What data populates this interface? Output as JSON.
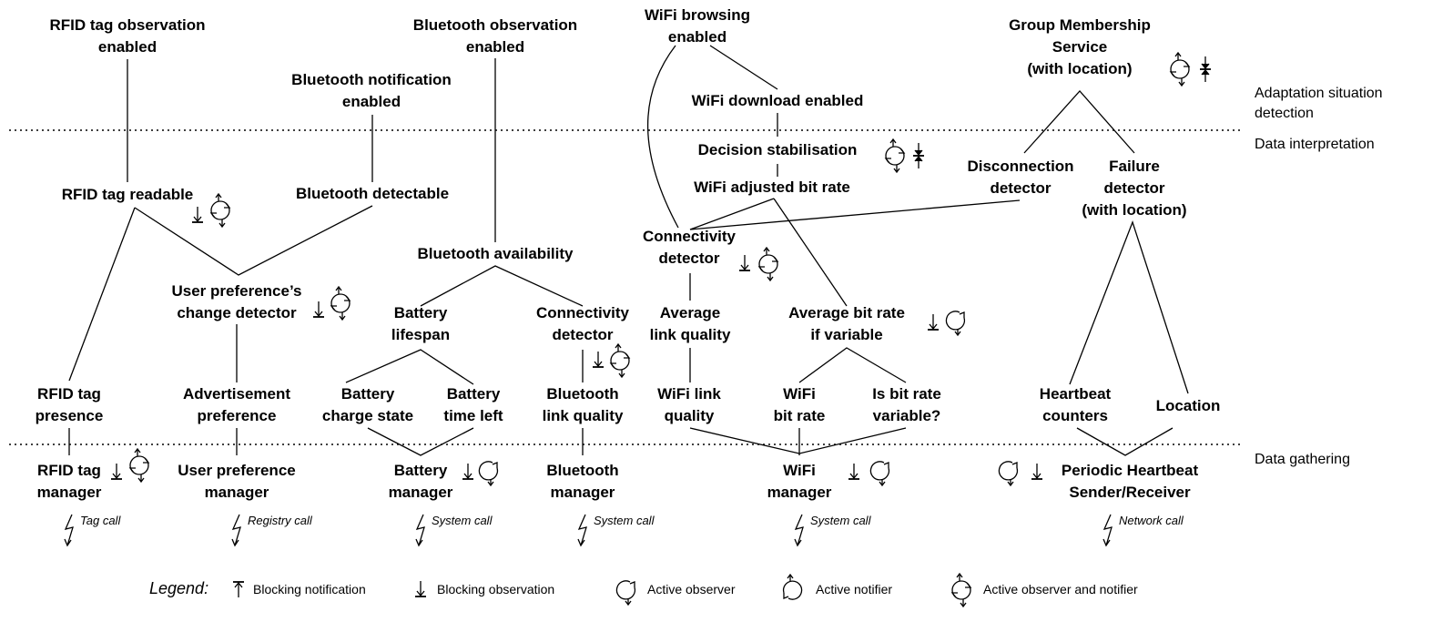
{
  "layers": {
    "adaptation": [
      "Adaptation situation",
      "detection"
    ],
    "interpretation": "Data interpretation",
    "gathering": "Data gathering"
  },
  "nodes": {
    "rfid_obs": [
      "RFID tag observation",
      "enabled"
    ],
    "bt_obs": [
      "Bluetooth observation",
      "enabled"
    ],
    "wifi_browse": [
      "WiFi browsing",
      "enabled"
    ],
    "gms": [
      "Group Membership",
      "Service",
      "(with location)"
    ],
    "bt_notif": [
      "Bluetooth notification",
      "enabled"
    ],
    "wifi_dl": [
      "WiFi download enabled"
    ],
    "decision": [
      "Decision stabilisation"
    ],
    "disconn": [
      "Disconnection",
      "detector"
    ],
    "failure": [
      "Failure",
      "detector",
      "(with location)"
    ],
    "rfid_read": [
      "RFID tag readable"
    ],
    "bt_detect": [
      "Bluetooth detectable"
    ],
    "wifi_adj": [
      "WiFi adjusted bit rate"
    ],
    "conn_det_wifi": [
      "Connectivity",
      "detector"
    ],
    "bt_avail": [
      "Bluetooth availability"
    ],
    "user_pref": [
      "User preference’s",
      "change detector"
    ],
    "batt_life": [
      "Battery",
      "lifespan"
    ],
    "conn_det_bt": [
      "Connectivity",
      "detector"
    ],
    "avg_link": [
      "Average",
      "link quality"
    ],
    "avg_bit": [
      "Average bit rate",
      "if variable"
    ],
    "rfid_pres": [
      "RFID tag",
      "presence"
    ],
    "adv_pref": [
      "Advertisement",
      "preference"
    ],
    "batt_charge": [
      "Battery",
      "charge state"
    ],
    "batt_time": [
      "Battery",
      "time left"
    ],
    "bt_link": [
      "Bluetooth",
      "link quality"
    ],
    "wifi_link": [
      "WiFi link",
      "quality"
    ],
    "wifi_bit": [
      "WiFi",
      "bit rate"
    ],
    "is_var": [
      "Is bit rate",
      "variable?"
    ],
    "heartbeat": [
      "Heartbeat",
      "counters"
    ],
    "location": [
      "Location"
    ],
    "rfid_mgr": [
      "RFID tag",
      "manager"
    ],
    "user_mgr": [
      "User preference",
      "manager"
    ],
    "batt_mgr": [
      "Battery",
      "manager"
    ],
    "bt_mgr": [
      "Bluetooth",
      "manager"
    ],
    "wifi_mgr": [
      "WiFi",
      "manager"
    ],
    "hb_mgr": [
      "Periodic Heartbeat",
      "Sender/Receiver"
    ]
  },
  "calls": {
    "rfid": "Tag call",
    "user": "Registry call",
    "batt": "System call",
    "bt": "System call",
    "wifi": "System call",
    "hb": "Network call"
  },
  "legend": {
    "title": "Legend:",
    "blocking_notification": "Blocking notification",
    "blocking_observation": "Blocking observation",
    "active_observer": "Active observer",
    "active_notifier": "Active notifier",
    "active_both": "Active observer and notifier"
  },
  "icons": {
    "blocking_notification": "blocking-notification-icon",
    "blocking_observation": "blocking-observation-icon",
    "active_observer": "active-observer-icon",
    "active_notifier": "active-notifier-icon",
    "active_both": "active-observer-notifier-icon",
    "system_call": "lightning-arrow-icon"
  }
}
